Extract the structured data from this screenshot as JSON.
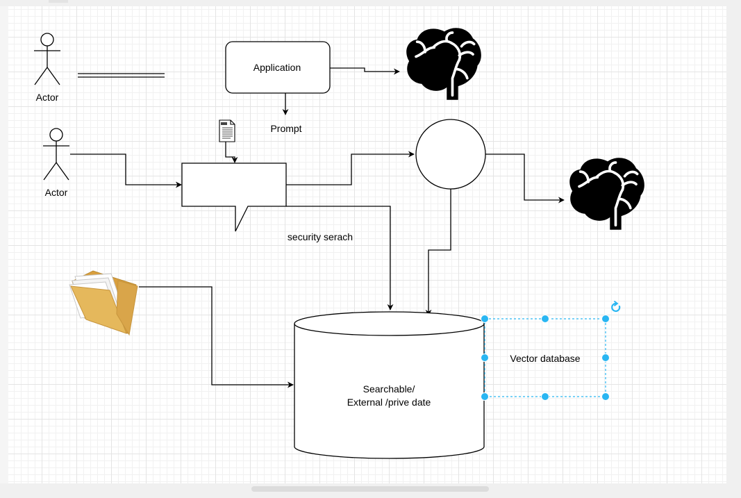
{
  "nodes": {
    "actor_top": {
      "label": "Actor"
    },
    "actor_middle": {
      "label": "Actor"
    },
    "application": {
      "label": "Application"
    },
    "prompt": {
      "label": "Prompt"
    },
    "security_search": {
      "label": "security serach"
    },
    "datastore": {
      "line1": "Searchable/",
      "line2": "External /prive date"
    },
    "vector_db": {
      "label": "Vector database"
    }
  },
  "icons": [
    "brain-icon",
    "document-icon",
    "folder-icon",
    "rotate-icon"
  ],
  "colors": {
    "line": "#000000",
    "selection": "#29b6f2",
    "grid": "#e4e4e4",
    "folder": "#e5b85c"
  }
}
